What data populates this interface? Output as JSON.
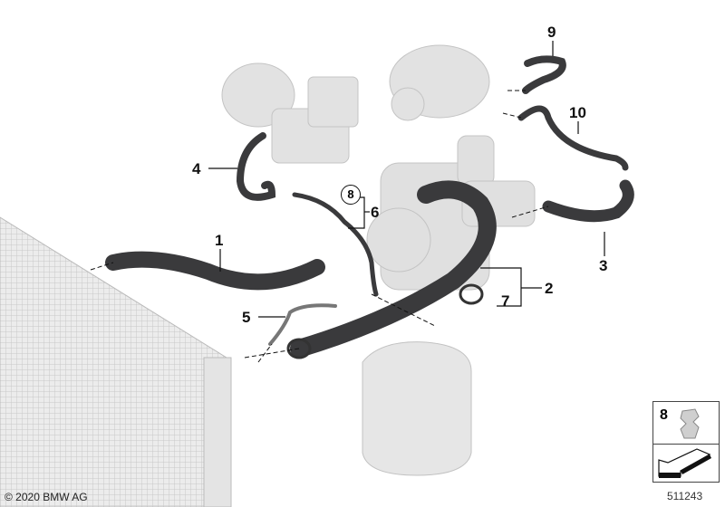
{
  "callouts": {
    "c1": "1",
    "c2": "2",
    "c3": "3",
    "c4": "4",
    "c5": "5",
    "c6": "6",
    "c7": "7",
    "c8": "8",
    "c9": "9",
    "c10": "10"
  },
  "inset": {
    "label": "8"
  },
  "copyright": "© 2020 BMW AG",
  "diagram_number": "511243",
  "colors": {
    "hose": "#3a3a3c",
    "component": "#d8d8d8",
    "line": "#111111"
  }
}
